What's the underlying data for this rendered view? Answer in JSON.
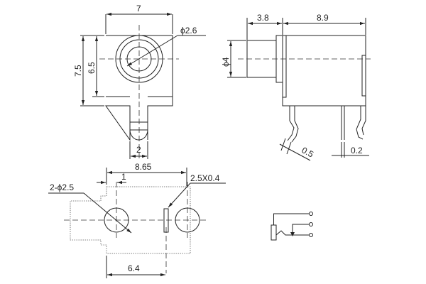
{
  "front_view": {
    "width_label": "7",
    "height_label": "7.5",
    "inner_height_label": "6.5",
    "hole_label": "ϕ2.6",
    "pin_label": "2"
  },
  "side_view": {
    "nose_label": "3.8",
    "body_label": "8.9",
    "diameter_label": "ϕ4",
    "pin_thickness_label": "0.5",
    "pin_width_label": "0.2"
  },
  "footprint": {
    "span_label": "8.65",
    "offset_label": "1",
    "holes_label": "2-ϕ2.5",
    "slot_label": "2.5X0.4",
    "slot_distance_label": "6.4"
  },
  "schematic": {
    "symbol": "jack-schematic"
  }
}
